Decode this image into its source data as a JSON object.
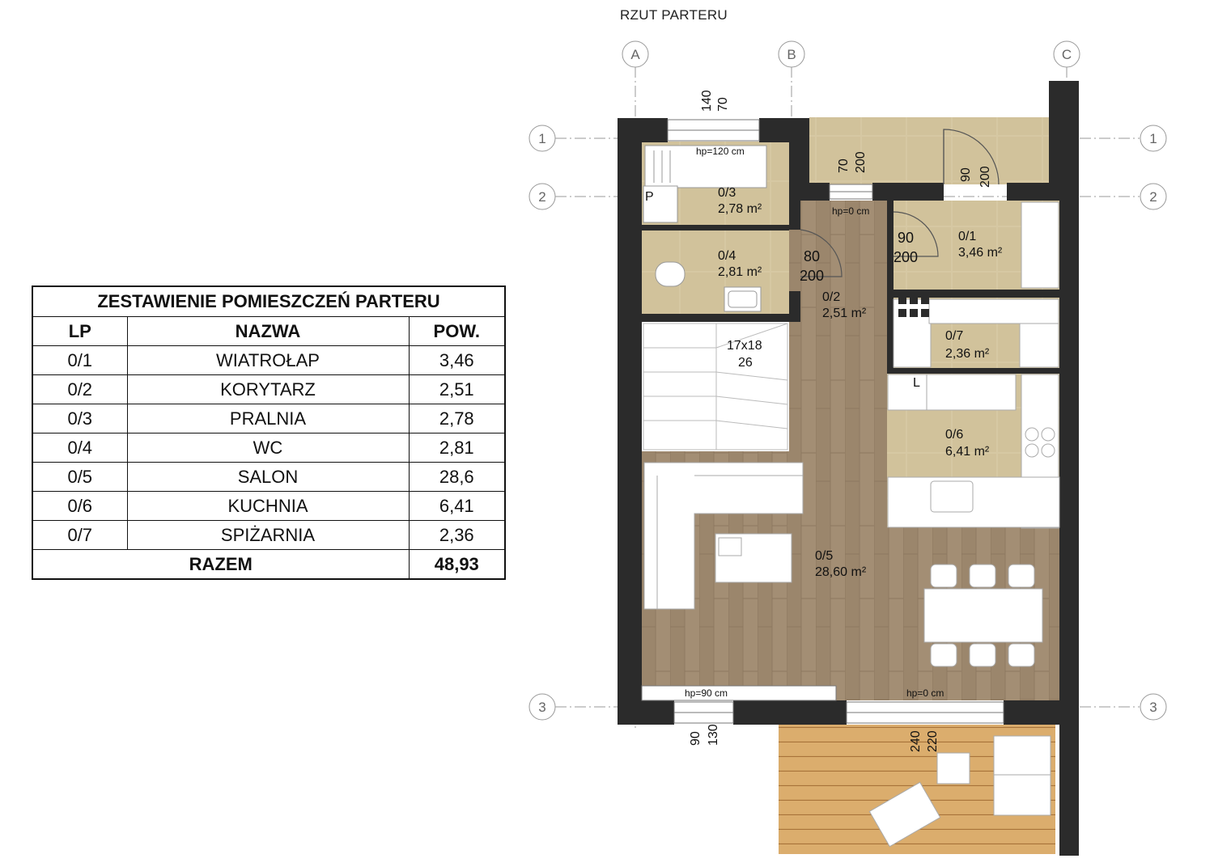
{
  "plan_title": "RZUT PARTERU",
  "table": {
    "caption": "ZESTAWIENIE POMIESZCZEŃ PARTERU",
    "headers": [
      "LP",
      "NAZWA",
      "POW."
    ],
    "rows": [
      {
        "lp": "0/1",
        "name": "WIATROŁAP",
        "area": "3,46"
      },
      {
        "lp": "0/2",
        "name": "KORYTARZ",
        "area": "2,51"
      },
      {
        "lp": "0/3",
        "name": "PRALNIA",
        "area": "2,78"
      },
      {
        "lp": "0/4",
        "name": "WC",
        "area": "2,81"
      },
      {
        "lp": "0/5",
        "name": "SALON",
        "area": "28,6"
      },
      {
        "lp": "0/6",
        "name": "KUCHNIA",
        "area": "6,41"
      },
      {
        "lp": "0/7",
        "name": "SPIŻARNIA",
        "area": "2,36"
      }
    ],
    "total_label": "RAZEM",
    "total_value": "48,93"
  },
  "grid_axes": {
    "columns": [
      "A",
      "B",
      "C"
    ],
    "rows": [
      "1",
      "2",
      "3"
    ]
  },
  "rooms": [
    {
      "id": "0/3",
      "area": "2,78 m²"
    },
    {
      "id": "0/4",
      "area": "2,81 m²"
    },
    {
      "id": "0/2",
      "area": "2,51 m²"
    },
    {
      "id": "0/1",
      "area": "3,46 m²"
    },
    {
      "id": "0/7",
      "area": "2,36 m²"
    },
    {
      "id": "0/6",
      "area": "6,41 m²"
    },
    {
      "id": "0/5",
      "area": "28,60 m²"
    }
  ],
  "dimensions": {
    "window_top_w": "140",
    "window_top_h": "70",
    "sill_pralnia": "hp=120 cm",
    "door_inner_w": "70",
    "door_inner_h": "200",
    "sill_inner": "hp=0 cm",
    "door_entry_w": "90",
    "door_entry_h": "200",
    "door_vest_w": "90",
    "door_vest_h": "200",
    "door_wc_w": "80",
    "door_wc_h": "200",
    "stairs_steps": "17x18",
    "stairs_tread": "26",
    "sill_salon_window": "hp=90 cm",
    "sill_terrace_door": "hp=0 cm",
    "window_bottom_w": "90",
    "window_bottom_h": "130",
    "door_terrace_w": "240",
    "door_terrace_h": "220"
  },
  "fixtures": {
    "laundry_mark": "P",
    "kitchen_mark": "L"
  },
  "colors": {
    "wall": "#2b2b2b",
    "wood_floor": "#a08c72",
    "tile_floor": "#d5c7a2",
    "terrace": "#d9ab6a"
  }
}
